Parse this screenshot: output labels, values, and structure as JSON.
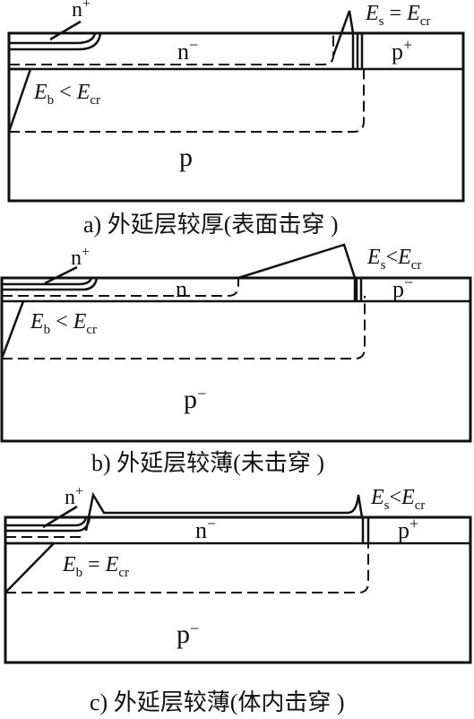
{
  "panels": [
    {
      "n_plus": "n",
      "n_plus_sup": "+",
      "epi": "n",
      "epi_sup": "−",
      "p_iso": "p",
      "p_iso_sup": "+",
      "sub": "p",
      "sub_sup": "",
      "es_E": "E",
      "es_sub": "s",
      "es_rel": " = ",
      "es_E2": "E",
      "es_sub2": "cr",
      "eb_E": "E",
      "eb_sub": "b",
      "eb_rel": " < ",
      "eb_E2": "E",
      "eb_sub2": "cr",
      "caption": "a) 外延层较厚(表面击穿 )"
    },
    {
      "n_plus": "n",
      "n_plus_sup": "+",
      "epi": "n",
      "epi_sup": "",
      "p_iso": "p",
      "p_iso_sup": "−",
      "sub": "p",
      "sub_sup": "−",
      "es_E": "E",
      "es_sub": "s",
      "es_rel": "<",
      "es_E2": "E",
      "es_sub2": "cr",
      "eb_E": "E",
      "eb_sub": "b",
      "eb_rel": " < ",
      "eb_E2": "E",
      "eb_sub2": "cr",
      "caption": "b) 外延层较薄(未击穿 )"
    },
    {
      "n_plus": "n",
      "n_plus_sup": "+",
      "epi": "n",
      "epi_sup": "−",
      "p_iso": "p",
      "p_iso_sup": "+",
      "sub": "p",
      "sub_sup": "−",
      "es_E": "E",
      "es_sub": "s",
      "es_rel": "<",
      "es_E2": "E",
      "es_sub2": "cr",
      "eb_E": "E",
      "eb_sub": "b",
      "eb_rel": " = ",
      "eb_E2": "E",
      "eb_sub2": "cr",
      "caption": "c) 外延层较薄(体内击穿 )"
    }
  ]
}
